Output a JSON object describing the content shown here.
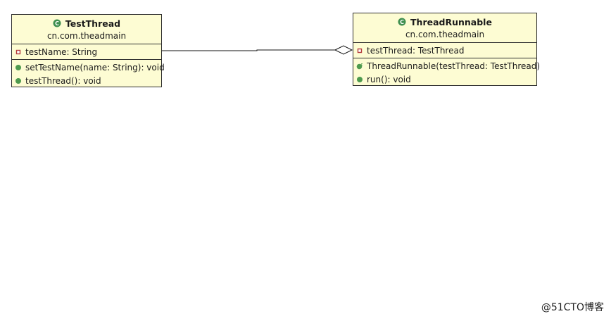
{
  "classes": {
    "test_thread": {
      "name": "TestThread",
      "package": "cn.com.theadmain",
      "attributes": [
        "testName: String"
      ],
      "operations": [
        "setTestName(name: String): void",
        "testThread(): void"
      ]
    },
    "thread_runnable": {
      "name": "ThreadRunnable",
      "package": "cn.com.theadmain",
      "attributes": [
        "testThread: TestThread"
      ],
      "operations": [
        "ThreadRunnable(testThread: TestThread)",
        "run(): void"
      ]
    }
  },
  "watermark": "@51CTO博客",
  "colors": {
    "class_fill": "#fdfcd3",
    "class_border": "#2f2f2f",
    "public_method": "#4e9a4e",
    "private_field": "#b33a3a",
    "class_icon": "#3f8f4f"
  },
  "icons": {
    "class": "class-icon",
    "private_attribute": "private-field-icon",
    "public_method": "public-method-icon",
    "constructor": "constructor-icon"
  }
}
